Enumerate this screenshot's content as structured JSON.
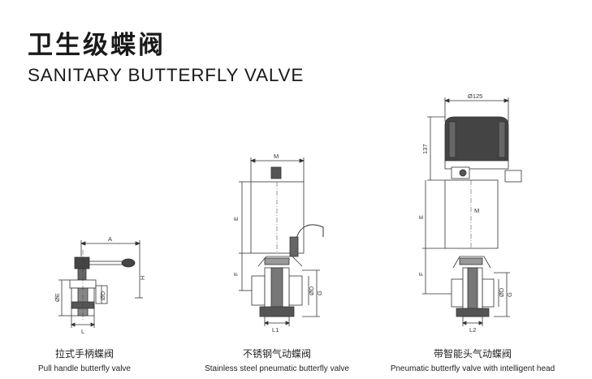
{
  "header": {
    "title_cn": "卫生级蝶阀",
    "title_en": "SANITARY BUTTERFLY VALVE"
  },
  "products": [
    {
      "caption_cn": "拉式手柄蝶阀",
      "caption_en": "Pull handle butterfly valve",
      "dims": {
        "a": "A",
        "h": "H",
        "oe": "ØE",
        "od": "ØD",
        "l": "L"
      }
    },
    {
      "caption_cn": "不锈钢气动蝶阀",
      "caption_en": "Stainless steel pneumatic butterfly valve",
      "dims": {
        "m": "M",
        "e": "E",
        "f": "F",
        "od": "ØD",
        "g": "G",
        "l": "L1"
      }
    },
    {
      "caption_cn": "带智能头气动蝶阀",
      "caption_en": "Pneumatic butterfly valve with intelligent head",
      "dims": {
        "dia": "Ø125",
        "h137": "137",
        "m": "M",
        "e": "E",
        "f": "F",
        "od": "ØD",
        "g": "G",
        "l": "L2"
      }
    }
  ]
}
